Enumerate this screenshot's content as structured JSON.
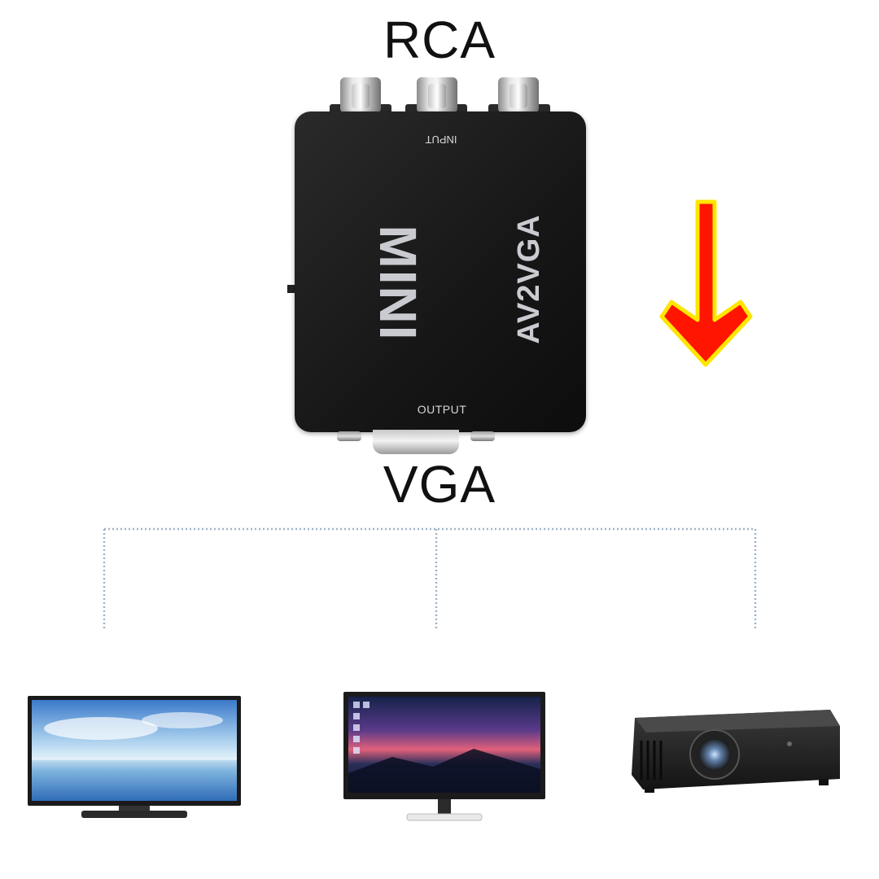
{
  "labels": {
    "top": "RCA",
    "bottom": "VGA"
  },
  "adapter": {
    "input_text": "INPUT",
    "output_text": "OUTPUT",
    "brand_text": "MINI",
    "model_text": "AV2VGA"
  },
  "colors": {
    "arrow_fill": "#ff1500",
    "arrow_outline": "#ffe600",
    "adapter_body": "#151515",
    "dotted_line": "#9fb3c8"
  },
  "icons": {
    "arrow": "down-arrow-icon",
    "devices": [
      "tv-icon",
      "monitor-icon",
      "projector-icon"
    ]
  }
}
